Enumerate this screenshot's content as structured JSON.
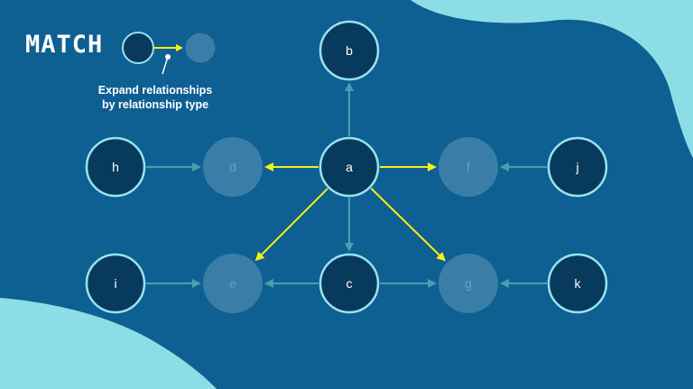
{
  "title": "MATCH",
  "caption_line1": "Expand relationships",
  "caption_line2": "by relationship type",
  "colors": {
    "background": "#0e5f92",
    "blob": "#8ddde6",
    "node_fill": "#083a5e",
    "node_stroke": "#9ae3ee",
    "faded_node": "#3a7ea8",
    "faded_label": "#6c9fc0",
    "highlight_edge": "#f3f01a",
    "muted_edge": "#4a9eae"
  },
  "nodes": [
    {
      "id": "b",
      "label": "b",
      "state": "active"
    },
    {
      "id": "h",
      "label": "h",
      "state": "active"
    },
    {
      "id": "d",
      "label": "d",
      "state": "faded"
    },
    {
      "id": "a",
      "label": "a",
      "state": "active"
    },
    {
      "id": "f",
      "label": "f",
      "state": "faded"
    },
    {
      "id": "j",
      "label": "j",
      "state": "active"
    },
    {
      "id": "i",
      "label": "i",
      "state": "active"
    },
    {
      "id": "e",
      "label": "e",
      "state": "faded"
    },
    {
      "id": "c",
      "label": "c",
      "state": "active"
    },
    {
      "id": "g",
      "label": "g",
      "state": "faded"
    },
    {
      "id": "k",
      "label": "k",
      "state": "active"
    }
  ],
  "edges": [
    {
      "from": "a",
      "to": "b",
      "style": "muted"
    },
    {
      "from": "a",
      "to": "c",
      "style": "muted"
    },
    {
      "from": "a",
      "to": "d",
      "style": "highlight"
    },
    {
      "from": "a",
      "to": "f",
      "style": "highlight"
    },
    {
      "from": "a",
      "to": "e",
      "style": "highlight"
    },
    {
      "from": "a",
      "to": "g",
      "style": "highlight"
    },
    {
      "from": "h",
      "to": "d",
      "style": "muted"
    },
    {
      "from": "j",
      "to": "f",
      "style": "muted"
    },
    {
      "from": "i",
      "to": "e",
      "style": "muted"
    },
    {
      "from": "c",
      "to": "e",
      "style": "muted"
    },
    {
      "from": "c",
      "to": "g",
      "style": "muted"
    },
    {
      "from": "k",
      "to": "g",
      "style": "muted"
    }
  ]
}
